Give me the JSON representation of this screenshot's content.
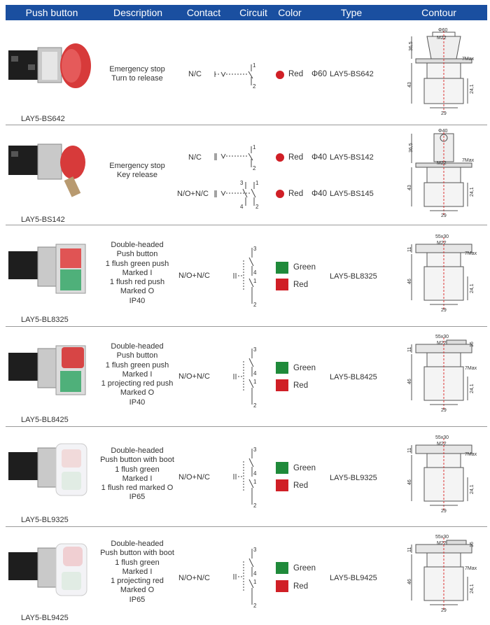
{
  "header": {
    "push_button": "Push button",
    "description": "Description",
    "contact": "Contact",
    "circuit": "Circuit",
    "color": "Color",
    "type": "Type",
    "contour": "Contour"
  },
  "colors": {
    "header_bg": "#1a4fa0",
    "green": "#1f8a3a",
    "red": "#d01f26"
  },
  "rows": [
    {
      "model": "LAY5-BS642",
      "description": [
        "Emergency stop",
        "Turn to release"
      ],
      "variants": [
        {
          "contact": "N/C",
          "color": "Red",
          "diameter": "Φ60",
          "type": "LAY5-BS642",
          "circuit_labels": [
            "1",
            "2"
          ]
        }
      ],
      "contour": {
        "top": "Φ60",
        "m": "M22",
        "h1": "36,5",
        "h2": "43",
        "max": "7Max",
        "h3": "24,1",
        "w": "29"
      }
    },
    {
      "model": "LAY5-BS142",
      "description": [
        "Emergency stop",
        "Key release"
      ],
      "variants": [
        {
          "contact": "N/C",
          "color": "Red",
          "diameter": "Φ40",
          "type": "LAY5-BS142",
          "circuit_labels": [
            "1",
            "2"
          ]
        },
        {
          "contact": "N/O+N/C",
          "color": "Red",
          "diameter": "Φ40",
          "type": "LAY5-BS145",
          "circuit_labels": [
            "3",
            "1",
            "4",
            "2"
          ]
        }
      ],
      "contour": {
        "top": "Φ40",
        "m": "M22",
        "h1": "36,5",
        "h2": "43",
        "max": "7Max",
        "h3": "24,1",
        "w": "29"
      }
    },
    {
      "model": "LAY5-BL8325",
      "description": [
        "Double-headed",
        "Push button",
        "1 flush green push",
        "Marked I",
        "1 flush red push",
        "Marked O",
        "IP40"
      ],
      "contact": "N/O+N/C",
      "colors": [
        "Green",
        "Red"
      ],
      "type": "LAY5-BL8325",
      "circuit_labels": [
        "3",
        "4",
        "1",
        "2"
      ],
      "contour": {
        "top": "55x30",
        "m": "M22",
        "h1": "11",
        "h2": "46",
        "max": "7Max",
        "h3": "24,1",
        "w": "29"
      }
    },
    {
      "model": "LAY5-BL8425",
      "description": [
        "Double-headed",
        "Push button",
        "1 flush green push",
        "Marked I",
        "1 projecting red push",
        "Marked O",
        "IP40"
      ],
      "contact": "N/O+N/C",
      "colors": [
        "Green",
        "Red"
      ],
      "type": "LAY5-BL8425",
      "circuit_labels": [
        "3",
        "4",
        "1",
        "2"
      ],
      "contour": {
        "top": "55x30",
        "m": "M22",
        "h1": "11",
        "h2": "46",
        "max": "7Max",
        "h3": "24,1",
        "w": "29",
        "extra": "16"
      }
    },
    {
      "model": "LAY5-BL9325",
      "description": [
        "Double-headed",
        "Push button with boot",
        "1 flush green",
        "Marked I",
        "1 flush red marked O",
        "IP65"
      ],
      "contact": "N/O+N/C",
      "colors": [
        "Green",
        "Red"
      ],
      "type": "LAY5-BL9325",
      "circuit_labels": [
        "3",
        "4",
        "1",
        "2"
      ],
      "contour": {
        "top": "55x30",
        "m": "M22",
        "h1": "11",
        "h2": "46",
        "max": "7Max",
        "h3": "24,1",
        "w": "29"
      }
    },
    {
      "model": "LAY5-BL9425",
      "description": [
        "Double-headed",
        "Push button with boot",
        "1 flush green",
        "Marked I",
        "1 projecting red",
        "Marked O",
        "IP65"
      ],
      "contact": "N/O+N/C",
      "colors": [
        "Green",
        "Red"
      ],
      "type": "LAY5-BL9425",
      "circuit_labels": [
        "3",
        "4",
        "1",
        "2"
      ],
      "contour": {
        "top": "55x30",
        "m": "M22",
        "h1": "11",
        "h2": "46",
        "max": "7Max",
        "h3": "24,1",
        "w": "29",
        "extra": "16"
      }
    }
  ]
}
